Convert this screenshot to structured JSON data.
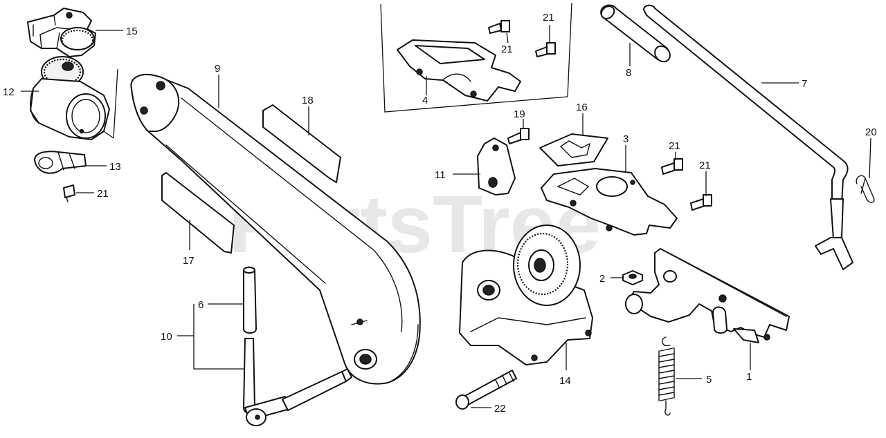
{
  "watermark": {
    "text": "PartsTree",
    "color": "#d4d4d4"
  },
  "callouts": [
    {
      "id": "1",
      "label": "1"
    },
    {
      "id": "2",
      "label": "2"
    },
    {
      "id": "3",
      "label": "3"
    },
    {
      "id": "4",
      "label": "4"
    },
    {
      "id": "5",
      "label": "5"
    },
    {
      "id": "6",
      "label": "6"
    },
    {
      "id": "7",
      "label": "7"
    },
    {
      "id": "8",
      "label": "8"
    },
    {
      "id": "9",
      "label": "9"
    },
    {
      "id": "10",
      "label": "10"
    },
    {
      "id": "11",
      "label": "11"
    },
    {
      "id": "12",
      "label": "12"
    },
    {
      "id": "13",
      "label": "13"
    },
    {
      "id": "14",
      "label": "14"
    },
    {
      "id": "15",
      "label": "15"
    },
    {
      "id": "16",
      "label": "16"
    },
    {
      "id": "17",
      "label": "17"
    },
    {
      "id": "18",
      "label": "18"
    },
    {
      "id": "19",
      "label": "19"
    },
    {
      "id": "20",
      "label": "20"
    },
    {
      "id": "21a",
      "label": "21"
    },
    {
      "id": "21b",
      "label": "21"
    },
    {
      "id": "21c",
      "label": "21"
    },
    {
      "id": "21d",
      "label": "21"
    },
    {
      "id": "21e",
      "label": "21"
    },
    {
      "id": "22",
      "label": "22"
    }
  ]
}
